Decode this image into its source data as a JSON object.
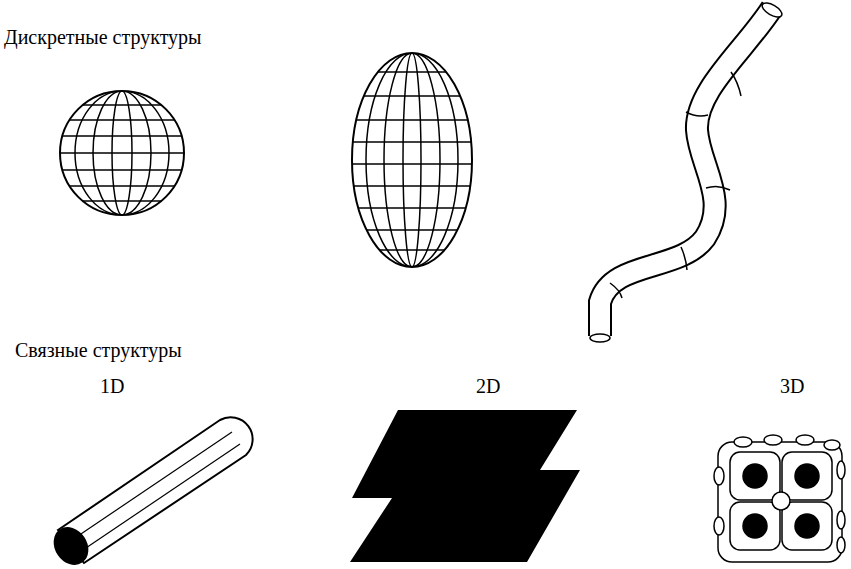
{
  "diagram": {
    "labels": [
      "Дискретные структуры",
      "Связные структуры",
      "1D",
      "2D",
      "3D"
    ]
  }
}
